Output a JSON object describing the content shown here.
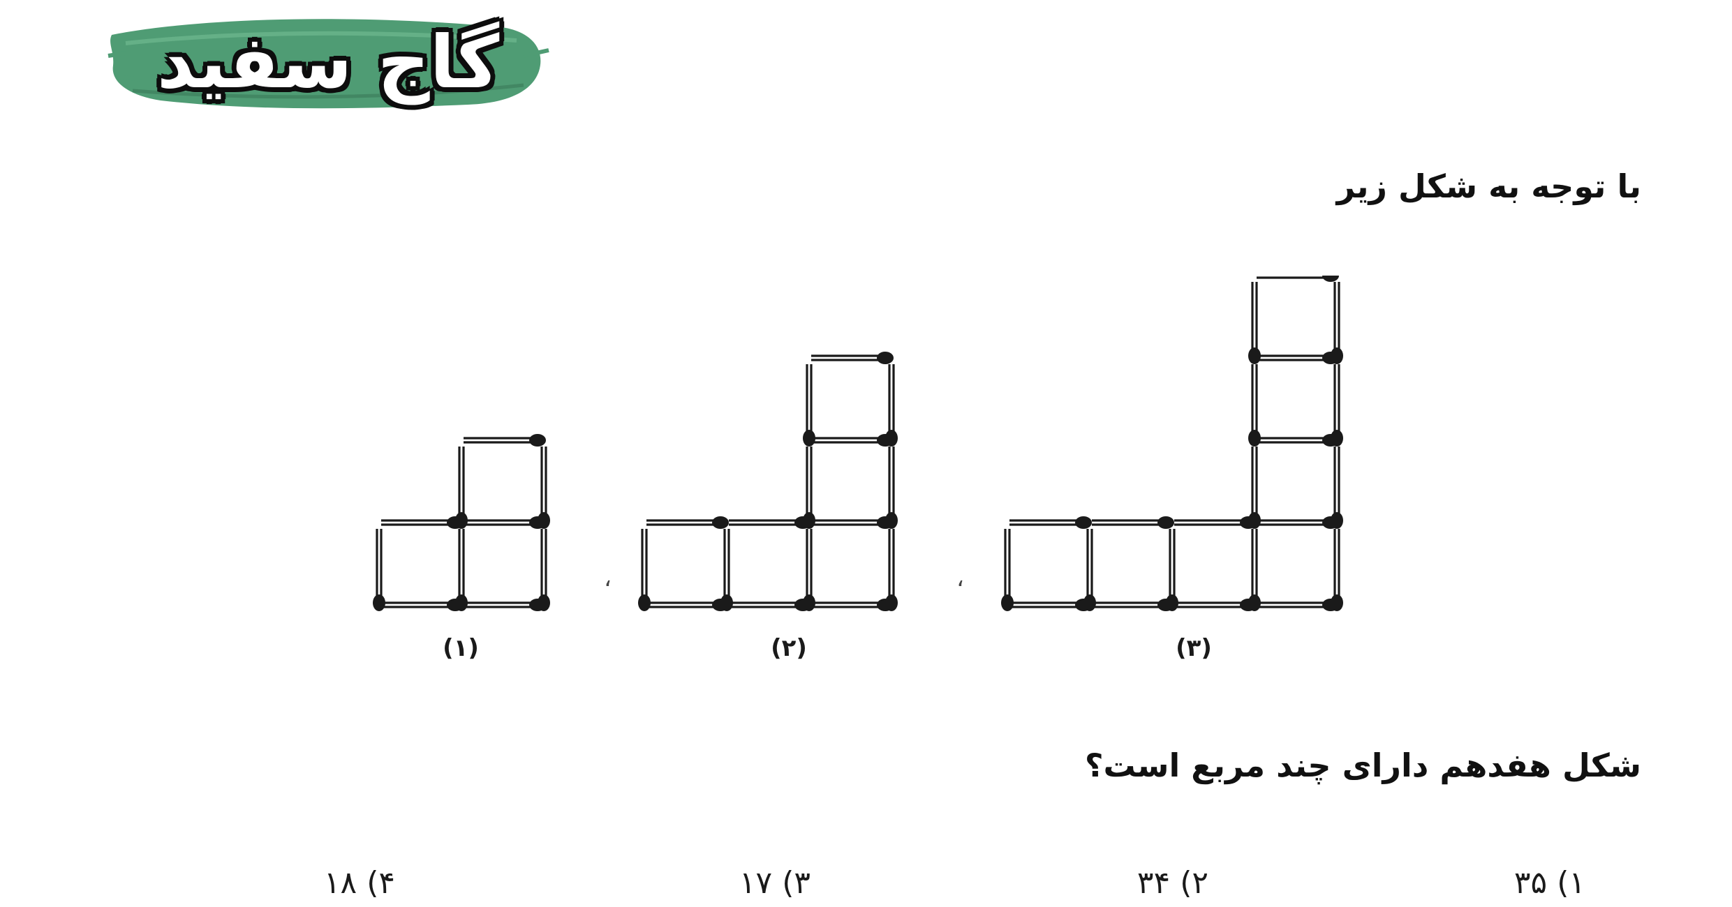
{
  "logo": {
    "text": "گاج سفید",
    "brush_color": "#4f9c74",
    "outline_color": "#0d0d0d"
  },
  "question": {
    "intro": "با توجه به شکل زیر",
    "prompt": "شکل هفدهم دارای چند مربع است؟"
  },
  "figure": {
    "labels": [
      "(۱)",
      "(۲)",
      "(۳)"
    ],
    "separator": "،",
    "square_counts": [
      3,
      5,
      7
    ],
    "match_color": "#1a1a1a"
  },
  "choices": [
    {
      "number": "۱)",
      "value": "۳۵"
    },
    {
      "number": "۲)",
      "value": "۳۴"
    },
    {
      "number": "۳)",
      "value": "۱۷"
    },
    {
      "number": "۴)",
      "value": "۱۸"
    }
  ]
}
